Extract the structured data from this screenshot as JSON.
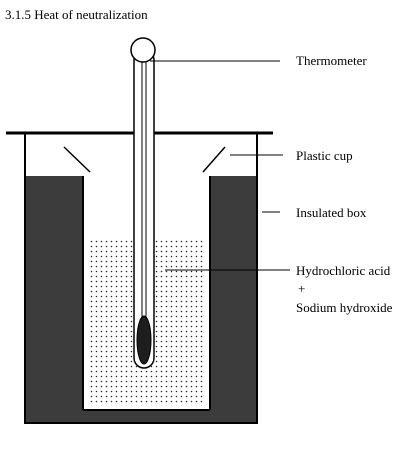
{
  "title": "3.1.5 Heat of neutralization",
  "labels": {
    "thermometer": "Thermometer",
    "plastic_cup": "Plastic cup",
    "insulated_box": "Insulated box",
    "solution_line1": "Hydrochloric acid",
    "solution_line2": "+",
    "solution_line3": "Sodium hydroxide"
  },
  "colors": {
    "insulation": "#3c3c3c",
    "solution_dots": "#2a2a2a",
    "lines": "#000000",
    "background": "#ffffff"
  }
}
